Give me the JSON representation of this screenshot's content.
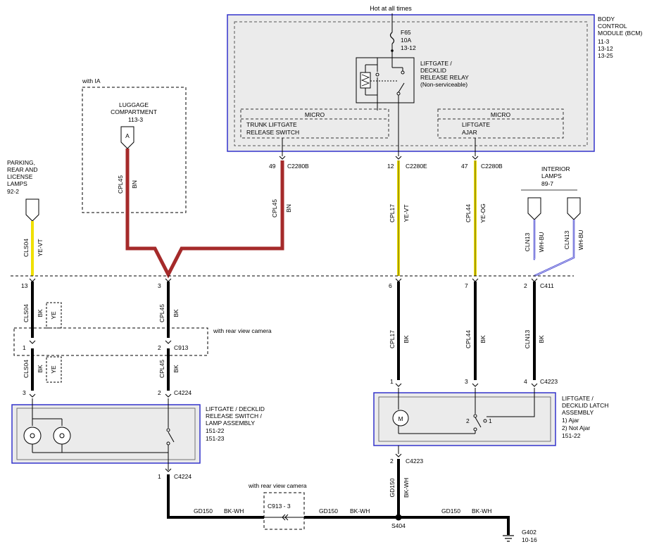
{
  "bcm": {
    "hot_label": "Hot at all times",
    "fuse_name": "F65",
    "fuse_rating": "10A",
    "fuse_ref": "13-12",
    "relay_line1": "LIFTGATE /",
    "relay_line2": "DECKLID",
    "relay_line3": "RELEASE RELAY",
    "relay_line4": "(Non-serviceable)",
    "title_line1": "BODY",
    "title_line2": "CONTROL",
    "title_line3": "MODULE (BCM)",
    "ref1": "11-3",
    "ref2": "13-12",
    "ref3": "13-25",
    "micro1_title": "MICRO",
    "micro1_line1": "TRUNK LIFTGATE",
    "micro1_line2": "RELEASE SWITCH",
    "micro2_title": "MICRO",
    "micro2_line1": "LIFTGATE",
    "micro2_line2": "AJAR"
  },
  "pins": {
    "p49": "49",
    "p49_conn": "C2280B",
    "p12": "12",
    "p12_conn": "C2280E",
    "p47": "47",
    "p47_conn": "C2280B"
  },
  "luggage": {
    "with_ia": "with IA",
    "line1": "LUGGAGE",
    "line2": "COMPARTMENT",
    "ref": "113-3",
    "terminal": "A"
  },
  "parking": {
    "line1": "PARKING,",
    "line2": "REAR AND",
    "line3": "LICENSE",
    "line4": "LAMPS",
    "ref": "92-2"
  },
  "interior": {
    "line1": "INTERIOR",
    "line2": "LAMPS",
    "ref": "89-7"
  },
  "wires": {
    "cpl45": "CPL45",
    "bn": "BN",
    "cls04": "CLS04",
    "ye_vt": "YE-VT",
    "cpl17": "CPL17",
    "cpl44": "CPL44",
    "ye_og": "YE-OG",
    "cln13": "CLN13",
    "wh_bu": "WH-BU",
    "bk": "BK",
    "ye": "YE",
    "gd150": "GD150",
    "bk_wh": "BK-WH"
  },
  "connectors": {
    "c411": "C411",
    "c913": "C913",
    "c4224": "C4224",
    "c4223": "C4223",
    "c913_3": "C913 - 3",
    "s404": "S404",
    "g402": "G402",
    "g402_ref": "10-16",
    "n13": "13",
    "n3": "3",
    "n6": "6",
    "n7": "7",
    "n2": "2",
    "n1": "1",
    "n4": "4"
  },
  "notes": {
    "rear_camera": "with rear view camera",
    "rear_camera2": "with rear view camera"
  },
  "switch_assy": {
    "line1": "LIFTGATE / DECKLID",
    "line2": "RELEASE SWITCH /",
    "line3": "LAMP ASSEMBLY",
    "ref1": "151-22",
    "ref2": "151-23"
  },
  "latch_assy": {
    "line1": "LIFTGATE /",
    "line2": "DECKLID LATCH",
    "line3": "ASSEMBLY",
    "opt1": "1) Ajar",
    "opt2": "2) Not Ajar",
    "ref": "151-22",
    "motor": "M",
    "sw2": "2",
    "sw1": "1"
  },
  "colors": {
    "brown": "#a52a2a",
    "yellow": "#f0e000",
    "module_border": "#3333cc",
    "module_fill": "#ebebeb"
  }
}
